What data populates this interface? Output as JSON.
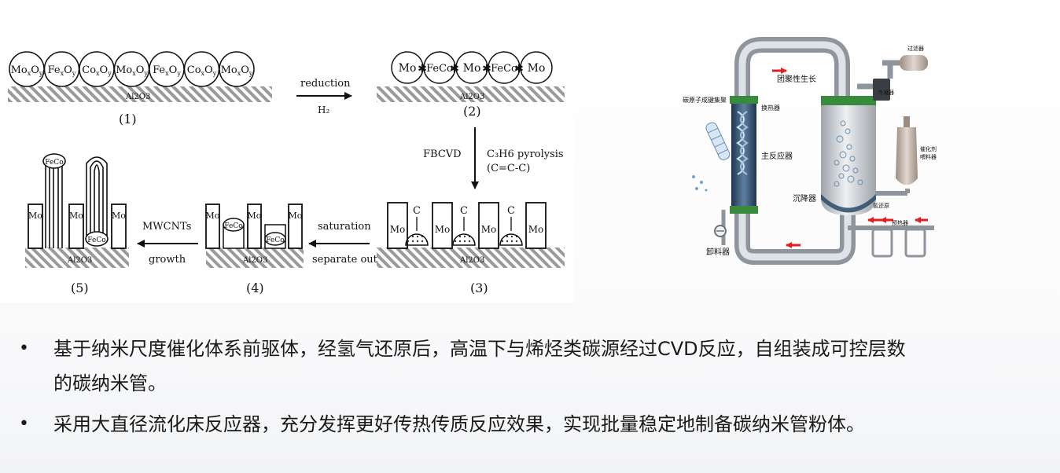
{
  "left_diagram": {
    "substrate": "Al2O3",
    "step1": {
      "label": "(1)",
      "oxides": [
        {
          "el": "Mo",
          "sx": "x",
          "o": "O",
          "sy": "y"
        },
        {
          "el": "Fe",
          "sx": "x",
          "o": "O",
          "sy": "y"
        },
        {
          "el": "Co",
          "sx": "x",
          "o": "O",
          "sy": "y"
        },
        {
          "el": "Mo",
          "sx": "x",
          "o": "O",
          "sy": "y"
        },
        {
          "el": "Fe",
          "sx": "x",
          "o": "O",
          "sy": "y"
        },
        {
          "el": "Co",
          "sx": "x",
          "o": "O",
          "sy": "y"
        },
        {
          "el": "Mo",
          "sx": "x",
          "o": "O",
          "sy": "y"
        }
      ]
    },
    "arrow1": {
      "top": "reduction",
      "bottom": "H₂"
    },
    "step2": {
      "label": "(2)",
      "particles": [
        "Mo",
        "FeCo",
        "Mo",
        "FeCo",
        "Mo"
      ]
    },
    "arrow2": {
      "left": "FBCVD",
      "right1": "C₃H6 pyrolysis",
      "right2": "(C=C-C)"
    },
    "step3": {
      "label": "(3)",
      "mo": "Mo",
      "carbon": "C"
    },
    "arrow3": {
      "top": "saturation",
      "bottom": "separate out"
    },
    "step4": {
      "label": "(4)",
      "mo": "Mo",
      "feco": "FeCo"
    },
    "arrow4": {
      "top": "MWCNTs",
      "bottom": "growth"
    },
    "step5": {
      "label": "(5)",
      "mo": "Mo",
      "feco": "FeCo"
    }
  },
  "right_diagram": {
    "labels": {
      "agglomerate_growth": "团聚性生长",
      "carbon_bond": "碳原子成键集聚",
      "heat_exchanger": "换热器",
      "main_reactor": "主反应器",
      "settler": "沉降器",
      "discharger": "卸料器",
      "filter": "过滤器",
      "condenser": "冷凝器",
      "catalyst_feed_1": "催化剂",
      "catalyst_feed_2": "喂料器",
      "hydrogen_reduction": "氢还原",
      "preheater": "预热器"
    },
    "colors": {
      "pipe": "#b9bec4",
      "reactor": "#2c4a66",
      "green_band": "#3a8a3e",
      "arrow": "#e02020",
      "settler": "#cfd3d8"
    }
  },
  "bullets": [
    {
      "marker": "•",
      "line1": "基于纳米尺度催化体系前驱体，经氢气还原后，高温下与烯烃类碳源经过CVD反应，自组装成可控层数",
      "line2": "的碳纳米管。"
    },
    {
      "marker": "•",
      "line1": "采用大直径流化床反应器，充分发挥更好传热传质反应效果，实现批量稳定地制备碳纳米管粉体。"
    }
  ]
}
